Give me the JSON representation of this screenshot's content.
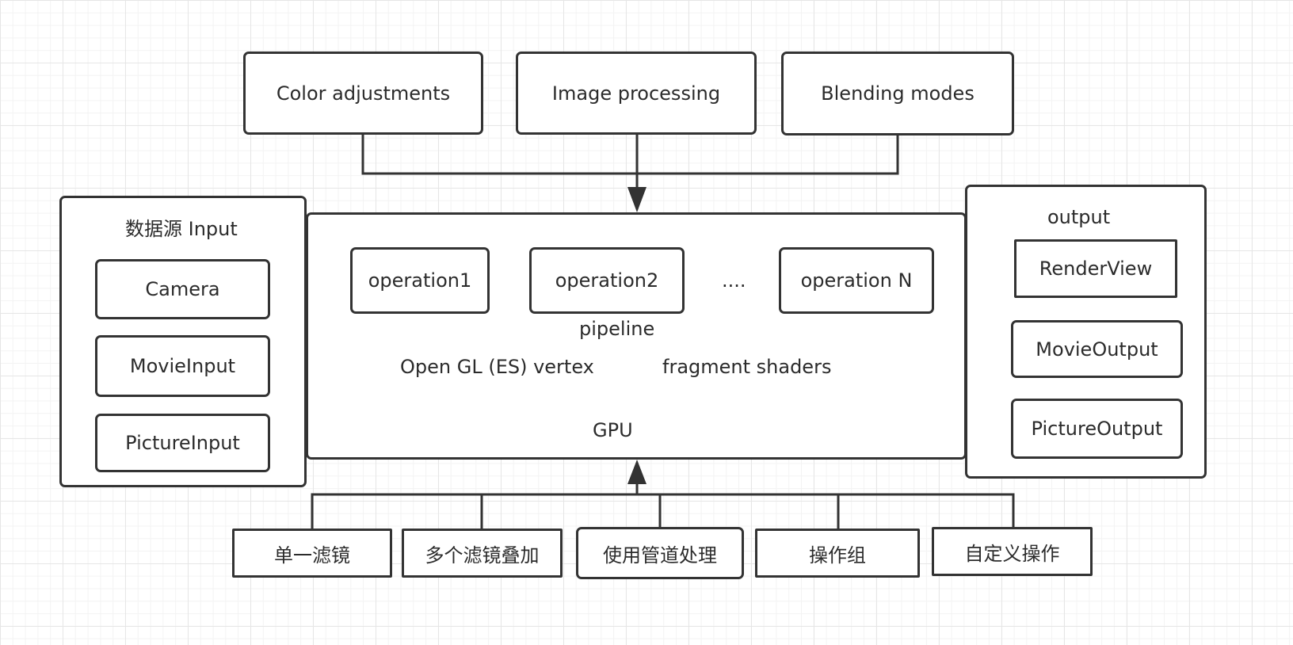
{
  "filters": {
    "color_adjustments": "Color adjustments",
    "image_processing": "Image processing",
    "blending_modes": "Blending modes"
  },
  "input": {
    "title": "数据源 Input",
    "items": [
      "Camera",
      "MovieInput",
      "PictureInput"
    ]
  },
  "gpu": {
    "operations": [
      "operation1",
      "operation2",
      "operation N"
    ],
    "ellipsis": "....",
    "pipeline_label": "pipeline",
    "vertex_label": "Open GL (ES) vertex",
    "fragment_label": "fragment shaders",
    "title": "GPU"
  },
  "output": {
    "title": "output",
    "items": [
      "RenderView",
      "MovieOutput",
      "PictureOutput"
    ]
  },
  "usage": {
    "items": [
      "单一滤镜",
      "多个滤镜叠加",
      "使用管道处理",
      "操作组",
      "自定义操作"
    ]
  },
  "colors": {
    "stroke": "#333333",
    "grid": "#e6e6e6",
    "background": "#ffffff"
  }
}
